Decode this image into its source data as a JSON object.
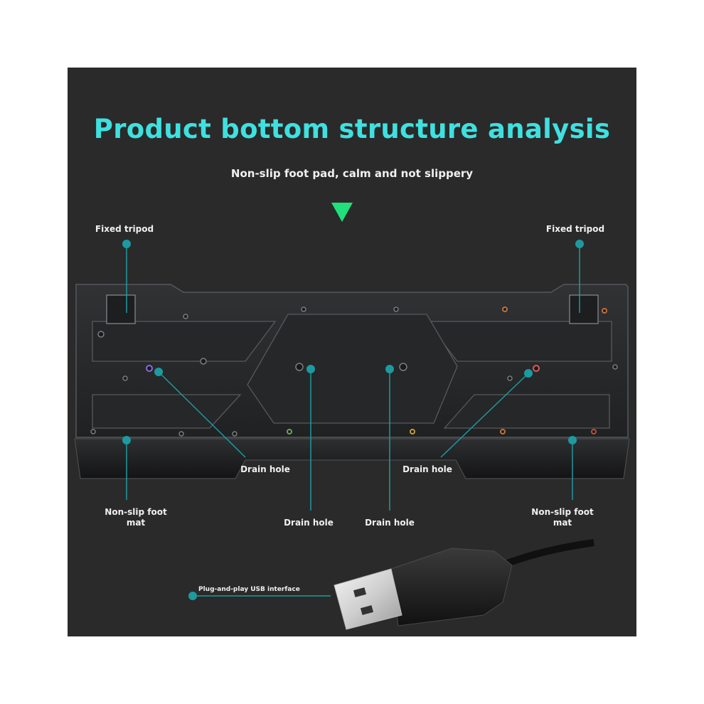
{
  "title": "Product bottom structure analysis",
  "subtitle": "Non-slip foot pad, calm and not slippery",
  "callouts": {
    "fixed_tripod_left": "Fixed tripod",
    "fixed_tripod_right": "Fixed tripod",
    "drain_hole_1": "Drain hole",
    "drain_hole_2": "Drain hole",
    "drain_hole_3": "Drain hole",
    "drain_hole_4": "Drain hole",
    "foot_mat_left": "Non-slip foot mat",
    "foot_mat_right": "Non-slip foot mat",
    "usb": "Plug-and-play USB interface"
  },
  "colors": {
    "background": "#2a2a2a",
    "accent_cyan": "#3fe0e0",
    "accent_green": "#1fe07a",
    "callout_teal": "#1c9aa0"
  },
  "icons": {
    "pointer": "down-triangle-icon",
    "usb": "usb-connector-icon"
  }
}
